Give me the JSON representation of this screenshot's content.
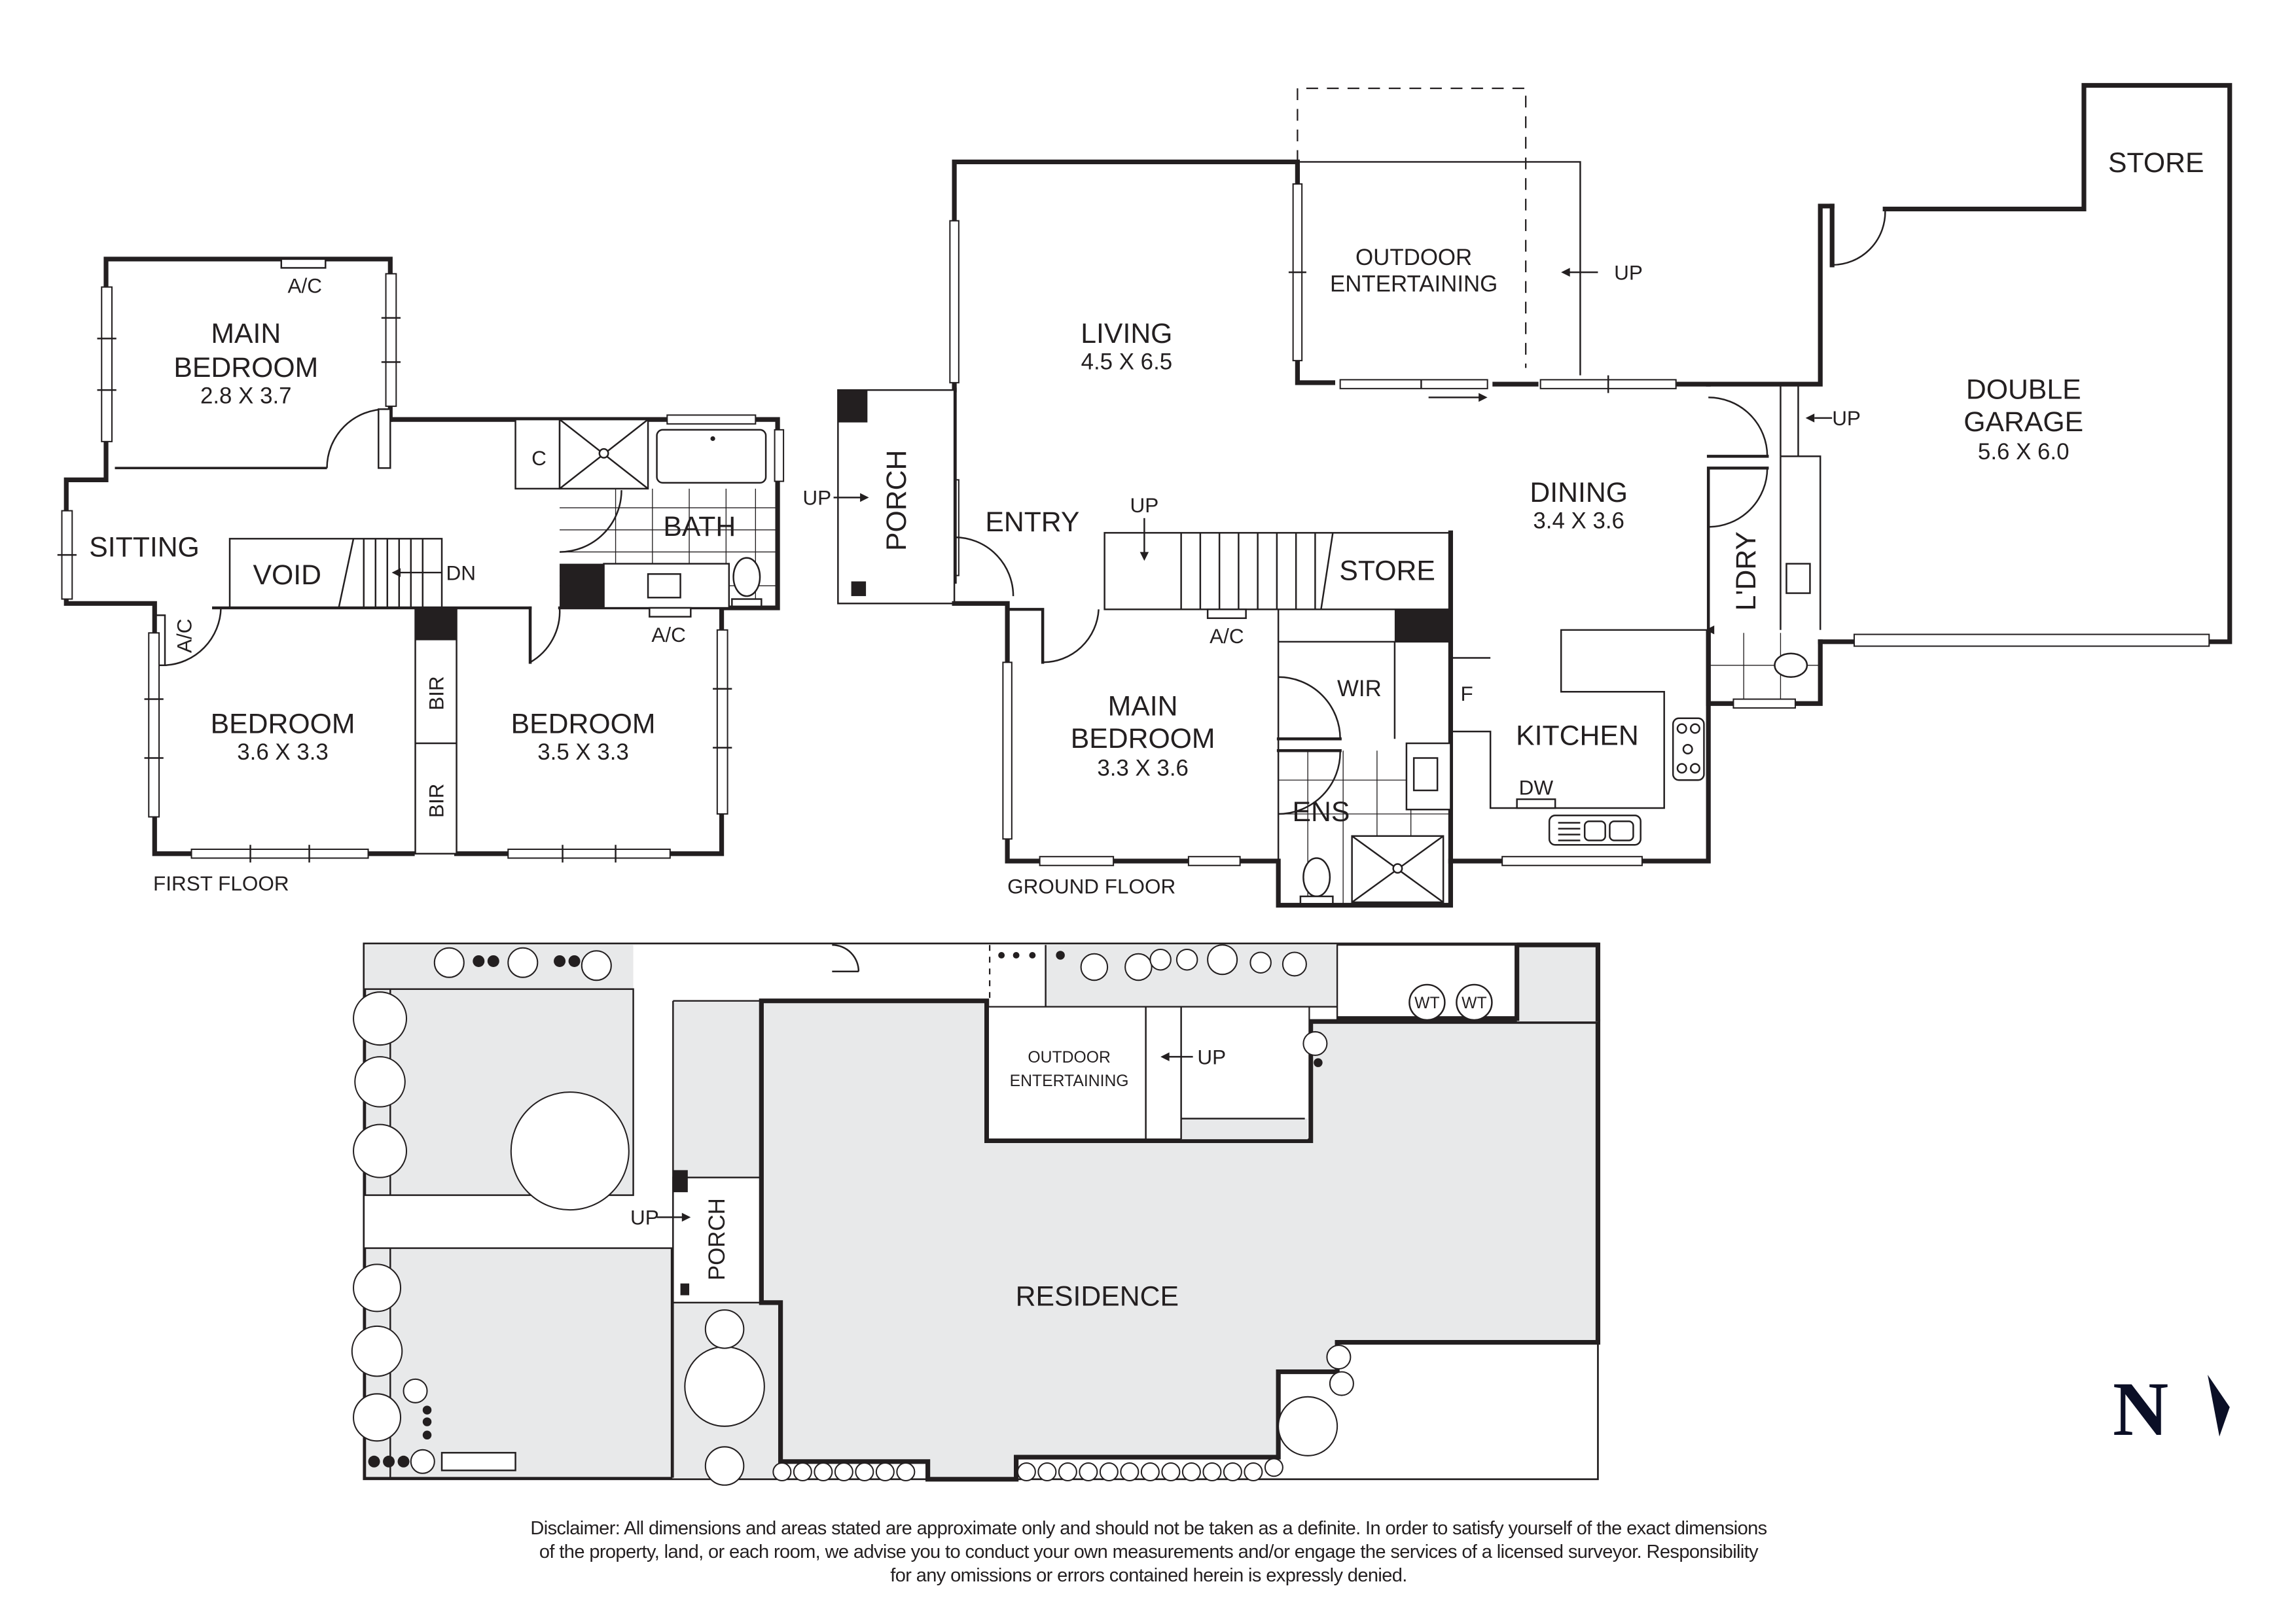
{
  "first_floor": {
    "floor_label": "FIRST FLOOR",
    "rooms": [
      {
        "name": "MAIN",
        "name2": "BEDROOM",
        "dims": "2.8 X 3.7"
      },
      {
        "name": "SITTING"
      },
      {
        "name": "VOID"
      },
      {
        "name": "BATH"
      },
      {
        "name": "C"
      },
      {
        "name": "BEDROOM",
        "dims": "3.6 X 3.3"
      },
      {
        "name": "BEDROOM",
        "dims": "3.5 X 3.3"
      },
      {
        "name": "BIR"
      },
      {
        "name": "BIR"
      }
    ],
    "fixtures": {
      "ac_1": "A/C",
      "ac_2": "A/C",
      "ac_3": "A/C",
      "stairs": "DN"
    }
  },
  "ground_floor": {
    "floor_label": "GROUND FLOOR",
    "rooms": [
      {
        "name": "LIVING",
        "dims": "4.5 X 6.5"
      },
      {
        "name": "OUTDOOR",
        "name2": "ENTERTAINING"
      },
      {
        "name": "PORCH"
      },
      {
        "name": "ENTRY"
      },
      {
        "name": "STORE"
      },
      {
        "name": "MAIN",
        "name2": "BEDROOM",
        "dims": "3.3 X 3.6"
      },
      {
        "name": "WIR"
      },
      {
        "name": "ENS"
      },
      {
        "name": "DINING",
        "dims": "3.4 X 3.6"
      },
      {
        "name": "KITCHEN"
      },
      {
        "name": "L'DRY"
      },
      {
        "name": "DOUBLE",
        "name2": "GARAGE",
        "dims": "5.6 X 6.0"
      },
      {
        "name": "STORE"
      }
    ],
    "fixtures": {
      "ac": "A/C",
      "fridge": "F",
      "dishwasher": "DW",
      "up_porch": "UP",
      "up_stairs": "UP",
      "up_outdoor": "UP",
      "up_garage": "UP"
    }
  },
  "site_plan": {
    "main_label": "RESIDENCE",
    "outdoor_label_1": "OUTDOOR",
    "outdoor_label_2": "ENTERTAINING",
    "porch_label": "PORCH",
    "up_porch": "UP",
    "up_outdoor": "UP",
    "water_tank_1": "WT",
    "water_tank_2": "WT"
  },
  "north_arrow": {
    "label": "N",
    "color": "#0b0f26"
  },
  "disclaimer": {
    "line1": "Disclaimer: All dimensions and areas stated are approximate only and should not be taken as a definite. In order to satisfy yourself of the exact dimensions",
    "line2": "of the property, land, or each room, we advise you to conduct your own measurements and/or engage the services of a licensed surveyor. Responsibility",
    "line3": "for any omissions or errors contained herein is expressly denied."
  },
  "colors": {
    "line": "#231f20",
    "site_fill": "#e8e9ea",
    "background": "#ffffff"
  }
}
